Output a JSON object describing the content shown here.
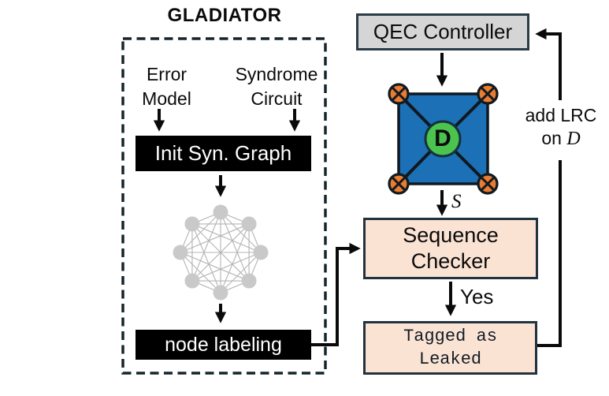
{
  "title": "GLADIATOR",
  "gladiator": {
    "inputs": [
      {
        "line1": "Error",
        "line2": "Model"
      },
      {
        "line1": "Syndrome",
        "line2": "Circuit"
      }
    ],
    "init_box_label": "Init Syn. Graph",
    "node_labeling_label": "node labeling",
    "syndrome_graph": {
      "nodes": 8,
      "complete": true
    }
  },
  "qec": {
    "controller_label": "QEC Controller",
    "data_qubit_label": "D",
    "syndrome_signal_label": "S",
    "sequence_checker": {
      "line1": "Sequence",
      "line2": "Checker"
    },
    "yes_label": "Yes",
    "tagged": {
      "line1": "Tagged as",
      "line2": "Leaked"
    },
    "add_lrc": {
      "line1": "add LRC",
      "line2_prefix": "on ",
      "line2_emph": "D"
    }
  },
  "colors": {
    "box_border": "#2b3c48",
    "dashed_border": "#15242d",
    "black_box": "#000000",
    "peach_fill": "#fbe3d4",
    "gray_fill": "#d5d5d5",
    "patch_blue": "#1b70b6",
    "data_qubit_green": "#4cc24f",
    "ancilla_orange": "#ea7c31",
    "graph_node": "#c9c9c9",
    "graph_edge": "#b4b4b4",
    "arrow": "#0a0a0a"
  }
}
